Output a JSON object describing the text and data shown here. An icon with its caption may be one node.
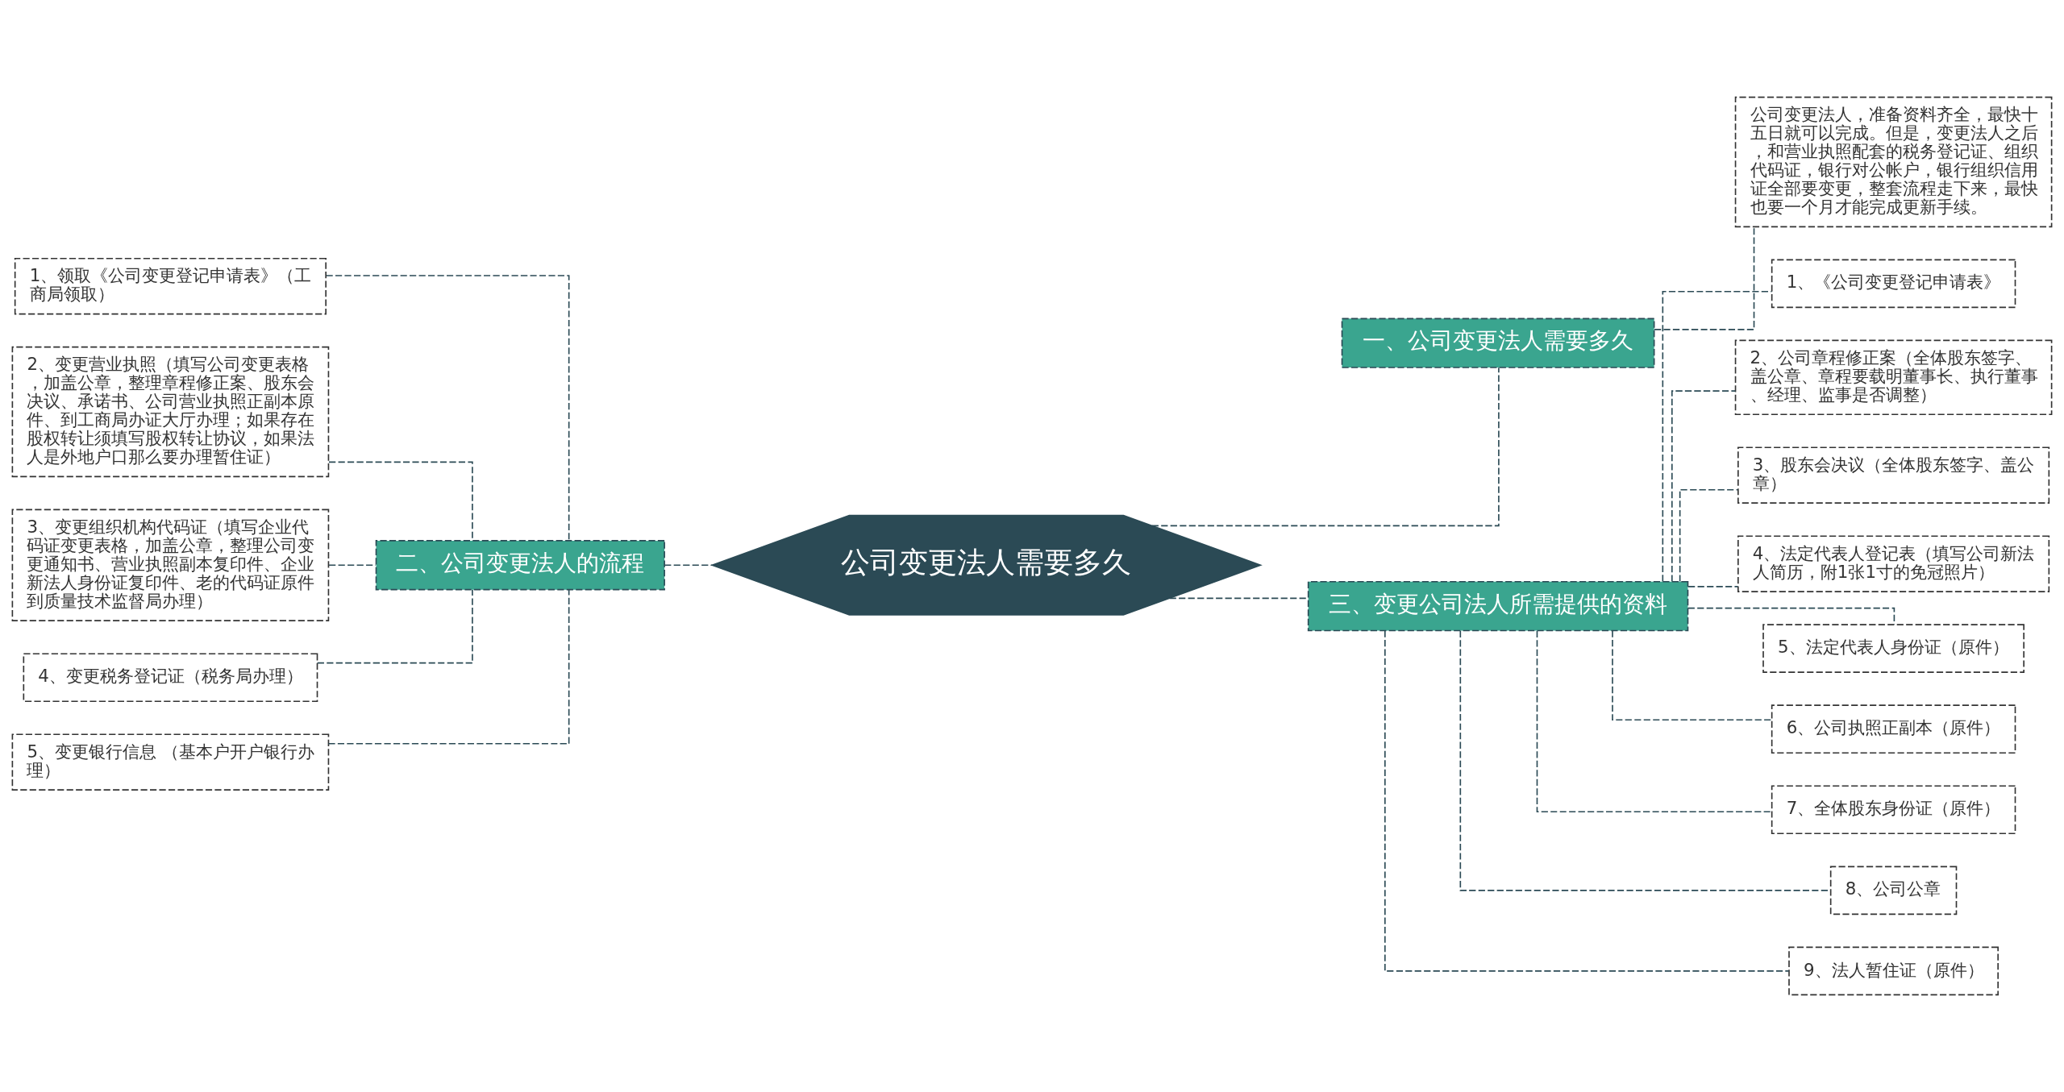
{
  "diagram": {
    "nodes": [
      {
        "text": [
          "公司变更法人需要多久"
        ]
      },
      {
        "text": [
          "一、公司变更法人需要多久"
        ]
      },
      {
        "text": [
          "公司变更法人，准备资料齐全，最快十五日就可以完成。但是，变更法人之后，和营业执照配套的税务登记证、组织代码证，银行对公帐户，银行组织信用证全部要变更，整套流程走下来，最快也要一个月才能完成更新手续。"
        ]
      },
      {
        "text": [
          "二、公司变更法人的流程"
        ]
      },
      {
        "text": [
          "1、领取《公司变更登记申请表》（工商局领取）"
        ]
      },
      {
        "text": [
          "2、变更营业执照（填写公司变更表格，加盖公章，整理章程修正案、股东会决议、承诺书、公司营业执照正副本原件、到工商局办证大厅办理；如果存在股权转让须填写股权转让协议，如果法人是外地户口那么要办理暂住证）"
        ]
      },
      {
        "text": [
          "3、变更组织机构代码证（填写企业代码证变更表格，加盖公章，整理公司变更通知书、营业执照副本复印件、企业新法人身份证复印件、老的代码证原件到质量技术监督局办理）"
        ]
      },
      {
        "text": [
          "4、变更税务登记证（税务局办理）"
        ]
      },
      {
        "text": [
          "5、变更银行信息 （基本户开户银行办理）"
        ]
      },
      {
        "text": [
          "三、变更公司法人所需提供的资料"
        ]
      },
      {
        "text": [
          "1、《公司变更登记申请表》"
        ]
      },
      {
        "text": [
          "2、公司章程修正案（全体股东签字、盖公章、章程要载明董事长、执行董事、经理、监事是否调整）"
        ]
      },
      {
        "text": [
          "3、股东会决议（全体股东签字、盖公章）"
        ]
      },
      {
        "text": [
          "4、法定代表人登记表（填写公司新法人简历，附1张1寸的免冠照片）"
        ]
      },
      {
        "text": [
          "5、法定代表人身份证（原件）"
        ]
      },
      {
        "text": [
          "6、公司执照正副本（原件）"
        ]
      },
      {
        "text": [
          "7、全体股东身份证（原件）"
        ]
      },
      {
        "text": [
          "8、公司公章"
        ]
      },
      {
        "text": [
          "9、法人暂住证（原件）"
        ]
      }
    ],
    "edges": [
      {
        "from": 0,
        "to": 1,
        "arrow": "none",
        "style": "dashed"
      },
      {
        "from": 1,
        "to": 2,
        "arrow": "none",
        "style": "dashed"
      },
      {
        "from": 3,
        "to": 0,
        "arrow": "none",
        "style": "dashed"
      },
      {
        "from": 4,
        "to": 3,
        "arrow": "none",
        "style": "dashed"
      },
      {
        "from": 5,
        "to": 3,
        "arrow": "none",
        "style": "dashed"
      },
      {
        "from": 6,
        "to": 3,
        "arrow": "none",
        "style": "dashed"
      },
      {
        "from": 7,
        "to": 3,
        "arrow": "none",
        "style": "dashed"
      },
      {
        "from": 8,
        "to": 3,
        "arrow": "none",
        "style": "dashed"
      },
      {
        "from": 0,
        "to": 9,
        "arrow": "none",
        "style": "dashed"
      },
      {
        "from": 9,
        "to": 10,
        "arrow": "none",
        "style": "dashed"
      },
      {
        "from": 9,
        "to": 11,
        "arrow": "none",
        "style": "dashed"
      },
      {
        "from": 9,
        "to": 12,
        "arrow": "none",
        "style": "dashed"
      },
      {
        "from": 9,
        "to": 13,
        "arrow": "none",
        "style": "dashed"
      },
      {
        "from": 9,
        "to": 14,
        "arrow": "none",
        "style": "dashed"
      },
      {
        "from": 9,
        "to": 15,
        "arrow": "none",
        "style": "dashed"
      },
      {
        "from": 9,
        "to": 16,
        "arrow": "none",
        "style": "dashed"
      },
      {
        "from": 9,
        "to": 17,
        "arrow": "none",
        "style": "dashed"
      },
      {
        "from": 9,
        "to": 18,
        "arrow": "none",
        "style": "dashed"
      }
    ]
  }
}
